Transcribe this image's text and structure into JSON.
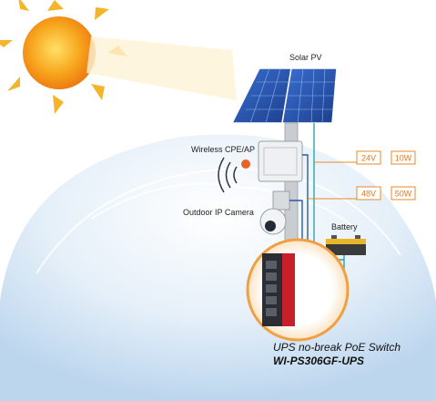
{
  "labels": {
    "solar_pv": "Solar PV",
    "wireless_cpe": "Wireless CPE/AP",
    "ip_camera": "Outdoor IP Camera",
    "battery": "Battery"
  },
  "power": {
    "v24": "24V",
    "w10": "10W",
    "v48": "48V",
    "w50": "50W"
  },
  "product": {
    "name": "UPS no-break PoE Switch",
    "model": "WI-PS306GF-UPS"
  },
  "colors": {
    "dome": "#dcebf7",
    "sun": "#f4a020",
    "power_orange": "#e8892a",
    "cable_blue": "#2a5aa8",
    "cable_teal": "#2aa6a6"
  }
}
